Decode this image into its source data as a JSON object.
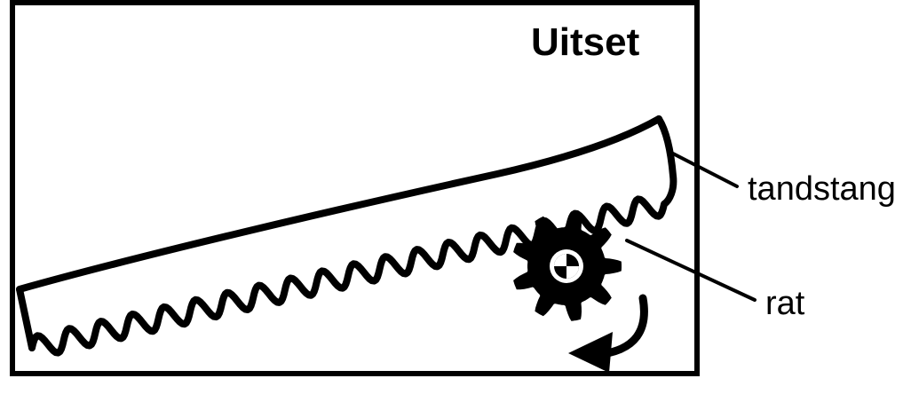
{
  "title": "Uitset",
  "labels": {
    "rack": "tandstang",
    "gear": "rat"
  },
  "colors": {
    "ink": "#000000",
    "paper": "#ffffff"
  },
  "icons": {
    "motion_arrow": "curved-arrow-icon"
  }
}
